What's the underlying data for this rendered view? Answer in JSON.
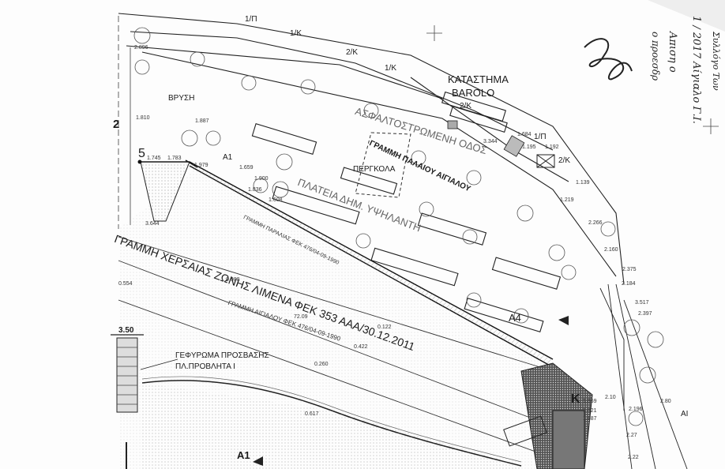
{
  "labels": {
    "vrysi": "ΒΡΥΣΗ",
    "katastima": "ΚΑΤΑΣΤΗΜΑ",
    "barolo": "BAROLO",
    "asfalt": "ΑΣΦΑΛΤΟΣΤΡΩΜΕΝΗ ΟΔΟΣ",
    "palaiou": "ΓΡΑΜΜΗ ΠΑΛΑΙΟΥ ΑΙΓΙΑΛΟΥ",
    "pergkola": "ΠΕΡΓΚΟΛΑ",
    "plateia": "ΠΛΑΤΕΙΑ ΔΗΜ. ΥΨΗΛΑΝΤΗ",
    "paralias": "ΓΡΑΜΜΗ ΠΑΡΑΛΙΑΣ ΦΕΚ 476/04-09-1990",
    "chersaias": "ΓΡΑΜΜΗ ΧΕΡΣΑΙΑΣ ΖΩΝΗΣ ΛΙΜΕΝΑ ΦΕΚ 353 ΑΑΑ/30.12.2011",
    "aigialou": "ΓΡΑΜΜΗ ΑΙΓΙΑΛΟΥ ΦΕΚ 476/04-09-1990",
    "gefyroma1": "ΓΕΦΥΡΩΜΑ ΠΡΟΣΒΑΣΗΣ",
    "gefyroma2": "ΠΛ.ΠΡΟΒΛΗΤΑ Ι",
    "scale": "3.50",
    "a1": "A1",
    "a1b": "A1",
    "a4": "A4",
    "k": "K",
    "five": "5",
    "two": "2",
    "ai": "AI",
    "fp1": "1/Π",
    "fk1": "1/K",
    "fk2a": "2/K",
    "fk1b": "1/K",
    "fk2b": "2/K",
    "fp2": "1/Π",
    "fk2c": "2/K"
  },
  "elevations": {
    "e1": "2.896",
    "e2": "1.810",
    "e3": "1.745",
    "e4": "1.783",
    "e5": "1.887",
    "e6": "1.979",
    "e7": "1.659",
    "e8": "1.900",
    "e9": "1.836",
    "e10": "1.608",
    "e11": "3.644",
    "e12": "3.344",
    "e13": "1.684",
    "e14": "1.195",
    "e15": "1.192",
    "e16": "1.139",
    "e17": "1.219",
    "e18": "2.266",
    "e19": "2.160",
    "e20": "2.375",
    "e21": "2.184",
    "e22": "3.517",
    "e23": "2.397",
    "e24": "0.988",
    "e25": "0.554",
    "e26": "0.122",
    "e27": "0.260",
    "e28": "0.422",
    "e29": "0.617",
    "e30": "1.869",
    "e31": "1.821",
    "e32": "1.887",
    "e33": "2.10",
    "e34": "2.196",
    "e35": "2.27",
    "e36": "2.22",
    "e37": "2.80",
    "e38": "72.09"
  },
  "handwriting": {
    "h1": "1 / 2017 Αίγιαλο Γ.Ι.",
    "h2": "Απιση ο",
    "h3": "ο προεσδρ",
    "h4": "Συλλόγο Των"
  }
}
